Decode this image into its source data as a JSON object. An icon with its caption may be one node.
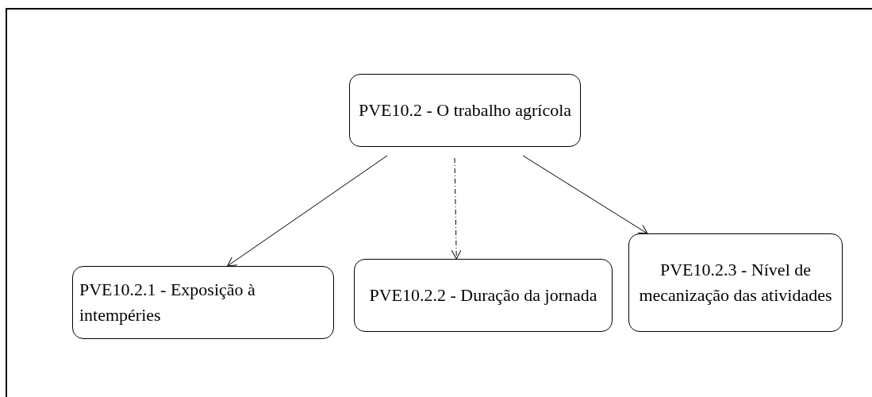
{
  "diagram": {
    "nodes": [
      {
        "text": [
          "PVE10.2 - O trabalho agrícola"
        ]
      },
      {
        "text": [
          "PVE10.2.1 - Exposição à intempéries"
        ]
      },
      {
        "text": [
          "PVE10.2.2 - Duração da jornada"
        ]
      },
      {
        "text": [
          "PVE10.2.3 - Nível de mecanização das atividades"
        ]
      }
    ],
    "edges": [
      {
        "from": 0,
        "to": 1,
        "arrow": "to"
      },
      {
        "from": 0,
        "to": 2,
        "arrow": "to",
        "style": "dashed"
      },
      {
        "from": 0,
        "to": 3,
        "arrow": "to"
      }
    ]
  }
}
